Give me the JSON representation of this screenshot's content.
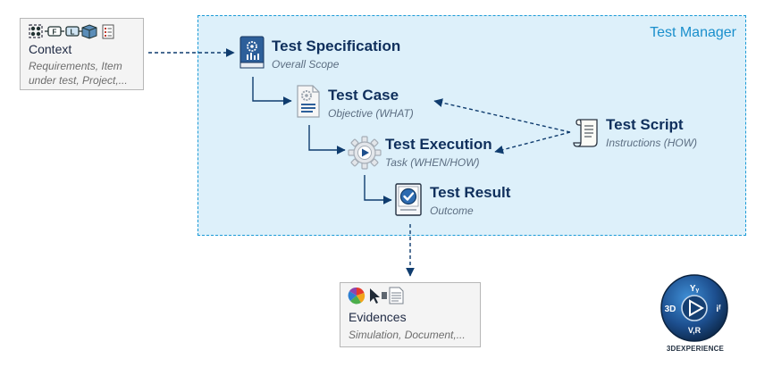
{
  "manager": {
    "title": "Test Manager"
  },
  "context": {
    "title": "Context",
    "subtitle_line1": "Requirements, Item",
    "subtitle_line2": "under test, Project,...",
    "icons": [
      "requirements-icon",
      "function-icon",
      "logical-icon",
      "physical-part-icon",
      "list-icon"
    ]
  },
  "nodes": {
    "specification": {
      "title": "Test Specification",
      "subtitle": "Overall Scope",
      "icon": "book-icon"
    },
    "test_case": {
      "title": "Test Case",
      "subtitle": "Objective (WHAT)",
      "icon": "document-gear-icon"
    },
    "execution": {
      "title": "Test Execution",
      "subtitle": "Task (WHEN/HOW)",
      "icon": "gear-play-icon"
    },
    "result": {
      "title": "Test Result",
      "subtitle": "Outcome",
      "icon": "checkmark-icon"
    },
    "script": {
      "title": "Test Script",
      "subtitle": "Instructions (HOW)",
      "icon": "scroll-icon"
    }
  },
  "evidences": {
    "title": "Evidences",
    "subtitle": "Simulation, Document,...",
    "icons": [
      "simulation-icon",
      "cursor-icon",
      "document-icon"
    ]
  },
  "brand": {
    "logo_top": "Yᵧ",
    "logo_left": "3D",
    "logo_right": "iᶠ",
    "logo_bottom": "V,R",
    "wordmark": "3DEXPERIENCE"
  },
  "colors": {
    "manager_fill": "#ddf0fa",
    "manager_border": "#1a9ad6",
    "node_title": "#0f2f5c",
    "arrow": "#0f3c6e"
  }
}
